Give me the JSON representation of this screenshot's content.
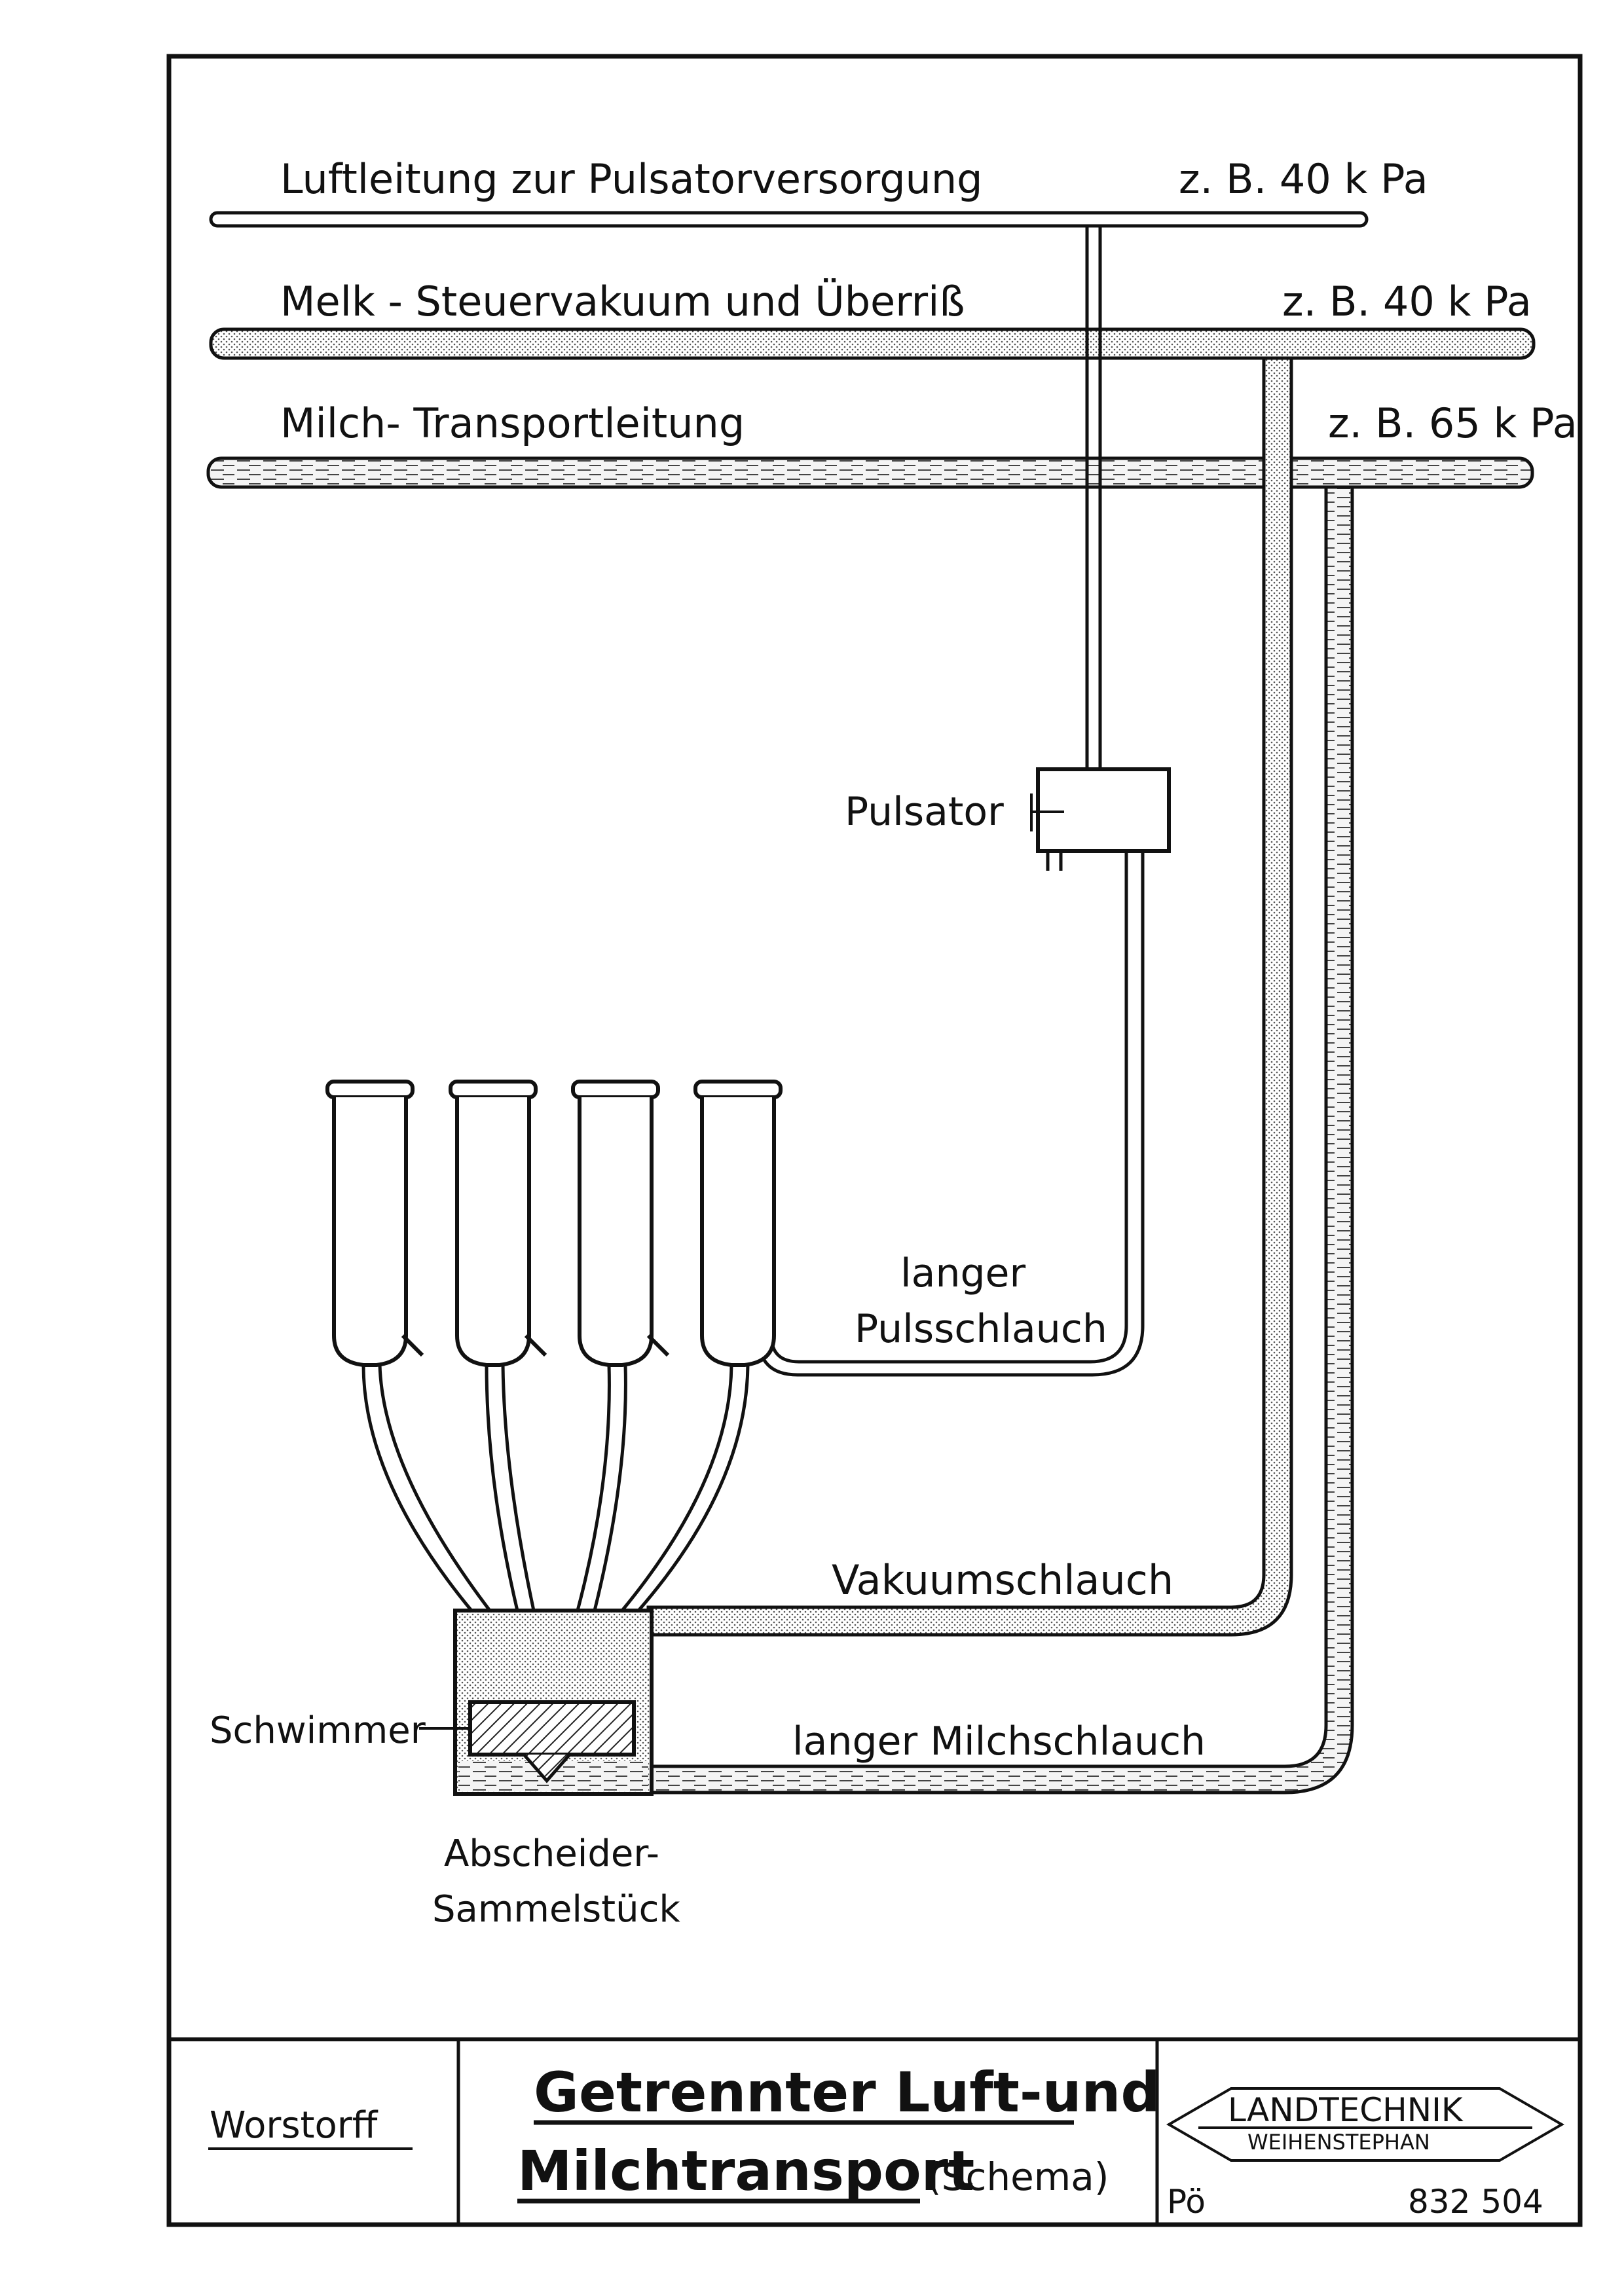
{
  "diagram": {
    "pipes": {
      "air": {
        "label": "Luftleitung zur Pulsatorversorgung",
        "pressure": "z. B. 40 k Pa"
      },
      "vacuum": {
        "label": "Melk - Steuervakuum und Überriß",
        "pressure": "z. B. 40 k Pa"
      },
      "milk": {
        "label": "Milch- Transportleitung",
        "pressure": "z. B. 65 k Pa"
      }
    },
    "labels": {
      "pulsator": "Pulsator",
      "pulse_hose_line1": "langer",
      "pulse_hose_line2": "Pulsschlauch",
      "vacuum_hose": "Vakuumschlauch",
      "milk_hose": "langer Milchschlauch",
      "float": "Schwimmer",
      "collector_line1": "Abscheider-",
      "collector_line2": "Sammelstück"
    }
  },
  "title_block": {
    "author": "Worstorff",
    "title_line1": "Getrennter Luft-und",
    "title_line2_main": "Milchtransport",
    "title_line2_suffix": "(Schema)",
    "logo_line1": "LANDTECHNIK",
    "logo_line2": "WEIHENSTEPHAN",
    "initials": "Pö",
    "drawing_number": "832 504"
  }
}
